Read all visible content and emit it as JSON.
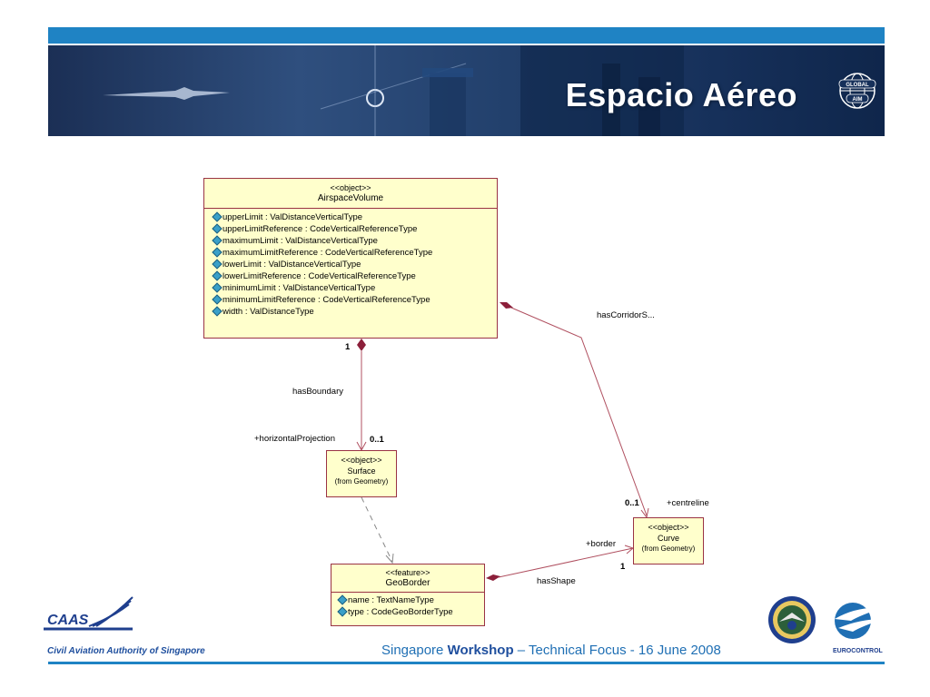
{
  "header": {
    "title": "Espacio Aéreo",
    "logo_text_top": "GLOBAL",
    "logo_text_bottom": "AIM"
  },
  "classes": {
    "airspace": {
      "stereotype": "<<object>>",
      "name": "AirspaceVolume",
      "attributes": [
        "upperLimit : ValDistanceVerticalType",
        "upperLimitReference : CodeVerticalReferenceType",
        "maximumLimit : ValDistanceVerticalType",
        "maximumLimitReference : CodeVerticalReferenceType",
        "lowerLimit : ValDistanceVerticalType",
        "lowerLimitReference : CodeVerticalReferenceType",
        "minimumLimit : ValDistanceVerticalType",
        "minimumLimitReference : CodeVerticalReferenceType",
        "width : ValDistanceType"
      ]
    },
    "surface": {
      "stereotype": "<<object>>",
      "name": "Surface",
      "origin": "(from Geometry)"
    },
    "curve": {
      "stereotype": "<<object>>",
      "name": "Curve",
      "origin": "(from Geometry)"
    },
    "geoborder": {
      "stereotype": "<<feature>>",
      "name": "GeoBorder",
      "attributes": [
        "name : TextNameType",
        "type : CodeGeoBorderType"
      ]
    }
  },
  "labels": {
    "mult_1_airspace": "1",
    "has_boundary": "hasBoundary",
    "horizontal_projection": "+horizontalProjection",
    "mult_01_surface": "0..1",
    "has_corridor": "hasCorridorS...",
    "mult_01_curve": "0..1",
    "centreline": "+centreline",
    "border": "+border",
    "mult_1_curve": "1",
    "has_shape": "hasShape"
  },
  "footer": {
    "prefix": "Singapore ",
    "bold": "Workshop",
    "suffix": " – Technical Focus - 16 June 2008",
    "caas": "CAAS",
    "caas_full": "Civil Aviation Authority of Singapore",
    "eurocontrol": "EUROCONTROL"
  },
  "colors": {
    "accent_blue": "#1f83c4",
    "uml_fill": "#ffffcc",
    "uml_border": "#9a3344",
    "connector": "#b05060"
  }
}
